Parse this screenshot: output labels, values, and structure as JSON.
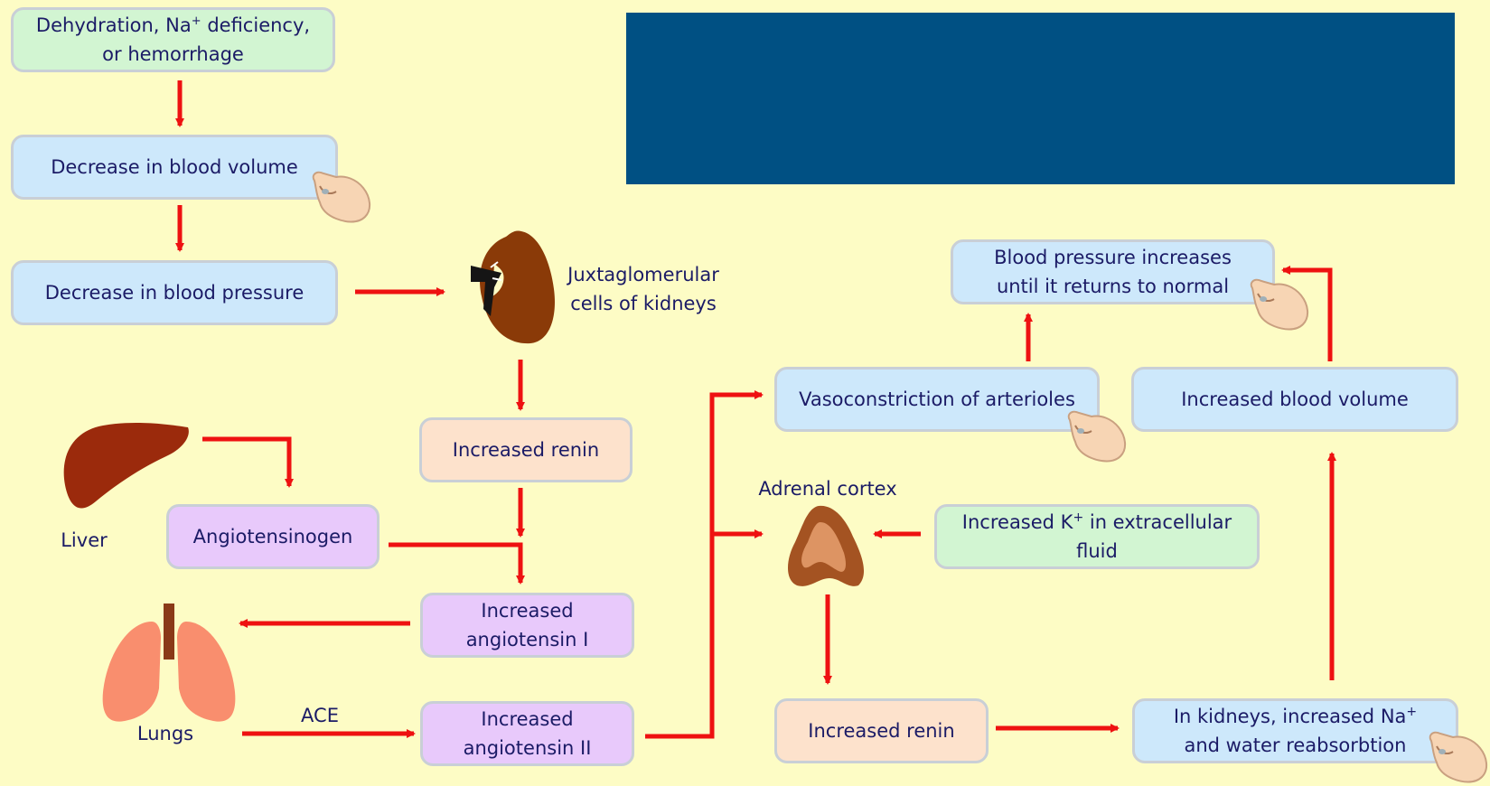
{
  "boxes": {
    "dehydration_line1": "Dehydration, Na",
    "dehydration_sup": "+",
    "dehydration_line1b": " deficiency,",
    "dehydration_line2": "or hemorrhage",
    "decrease_blood_volume": "Decrease in blood volume",
    "decrease_blood_pressure": "Decrease in blood pressure",
    "increased_renin_1": "Increased renin",
    "angiotensinogen": "Angiotensinogen",
    "angiotensin_1_line1": "Increased",
    "angiotensin_1_line2": "angiotensin I",
    "angiotensin_2_line1": "Increased",
    "angiotensin_2_line2": "angiotensin II",
    "vasoconstriction": "Vasoconstriction of arterioles",
    "bp_increases_line1": "Blood pressure increases",
    "bp_increases_line2": "until it returns to normal",
    "increased_blood_volume": "Increased blood volume",
    "increased_k_a": "Increased K",
    "increased_k_sup": "+",
    "increased_k_b": " in extracellular",
    "increased_k_line2": "fluid",
    "increased_renin_2": "Increased renin",
    "kidneys_na_a": "In kidneys, increased Na",
    "kidneys_na_sup": "+",
    "kidneys_na_line2": "and water reabsorbtion"
  },
  "labels": {
    "juxta_line1": "Juxtaglomerular",
    "juxta_line2": "cells of kidneys",
    "liver": "Liver",
    "lungs": "Lungs",
    "ace": "ACE",
    "adrenal_cortex": "Adrenal cortex"
  },
  "colors": {
    "background": "#fdfcc5",
    "arrow": "#ee1111",
    "banner": "#005083",
    "green_box": "#d2f5d2",
    "blue_box": "#cde8fb",
    "peach_box": "#fde2cc",
    "purple_box": "#e8c9fb"
  },
  "icons": [
    "hand-pointer-icon",
    "kidney-icon",
    "liver-icon",
    "lungs-icon",
    "adrenal-gland-icon"
  ]
}
